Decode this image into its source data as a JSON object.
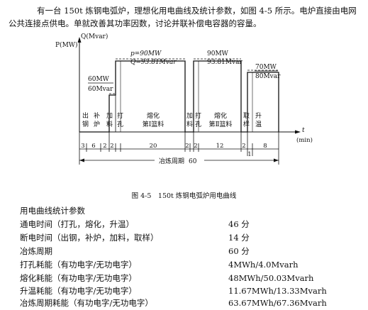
{
  "paragraph": "有一台 150t 炼钢电弧炉，理想化用电曲线及统计参数，如图 4-5 所示。电炉直接由电网公共连接点供电。单就改善其功率因数，讨论并联补偿电容器的容量。",
  "figure": {
    "y_label_p": "P(MW)",
    "y_label_q": "Q(Mvar)",
    "x_label": "t",
    "x_unit": "(min)",
    "annotations": {
      "seg1_p": "60MW",
      "seg1_q": "60Mvar",
      "seg2_p": "p=90MW",
      "seg2_q": "Q=93.81Mvar",
      "seg3_p": "90MW",
      "seg3_q": "93.81Mvar",
      "seg4_p": "70MW",
      "seg4_q": "80Mvar"
    },
    "stages": [
      {
        "line1": "出",
        "line2": "钢"
      },
      {
        "line1": "补",
        "line2": "炉"
      },
      {
        "line1": "加",
        "line2": "料"
      },
      {
        "line1": "打",
        "line2": "孔"
      },
      {
        "line1": "熔化",
        "line2": "第Ⅰ篮料"
      },
      {
        "line1": "加",
        "line2": "料"
      },
      {
        "line1": "打",
        "line2": "孔"
      },
      {
        "line1": "熔化",
        "line2": "第Ⅱ篮料"
      },
      {
        "line1": "取",
        "line2": "样"
      },
      {
        "line1": "升",
        "line2": "温"
      }
    ],
    "durations": [
      "3",
      "6",
      "2",
      "2",
      "20",
      "2",
      "2",
      "12",
      "2",
      "1",
      "8"
    ],
    "cycle_label": "冶炼周期",
    "cycle_total": "60",
    "caption": "图 4-5　150t 炼钢电弧炉用电曲线"
  },
  "stats": {
    "title": "用电曲线统计参数",
    "rows": [
      {
        "label": "通电时间（打孔，熔化，升温）",
        "value": "46 分"
      },
      {
        "label": "断电时间（出钢，补炉，加料，取样）",
        "value": "14 分"
      },
      {
        "label": "冶炼周期",
        "value": "60 分"
      },
      {
        "label": "打孔耗能（有功电字/无功电字）",
        "value": "4MWh/4.0Mvarh"
      },
      {
        "label": "熔化耗能（有功电字/无功电字）",
        "value": "48MWh/50.03Mvarh"
      },
      {
        "label": "升温耗能（有功电字/无功电字）",
        "value": "11.67MWh/13.33Mvarh"
      },
      {
        "label": "冶炼周期耗能（有功电字/无功电字）",
        "value": "63.67MWh/67.36Mvarh"
      }
    ]
  }
}
